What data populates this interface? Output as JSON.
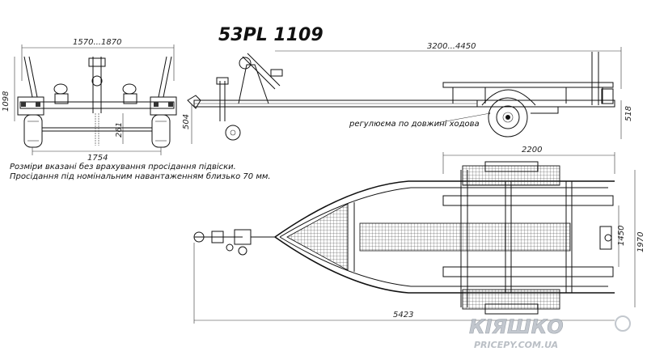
{
  "title": "53PL 1109",
  "dims": {
    "front_top_width": "1570...1870",
    "front_height": "1098",
    "front_261": "261",
    "front_bottom_width": "1754",
    "side_length": "3200...4450",
    "side_504": "504",
    "side_518": "518",
    "side_adjust_note": "регулюєма по довжині ходова",
    "top_2200": "2200",
    "top_1450": "1450",
    "top_1970": "1970",
    "top_5423": "5423"
  },
  "notes": [
    "Розміри вказані без врахування просідання підвіски.",
    "Просідання під номінальним навантаженням близько 70 мм."
  ],
  "watermark": {
    "brand": "КІЯШКО",
    "site": "PRICEPY.COM.UA",
    "color": "#b8bec6"
  }
}
